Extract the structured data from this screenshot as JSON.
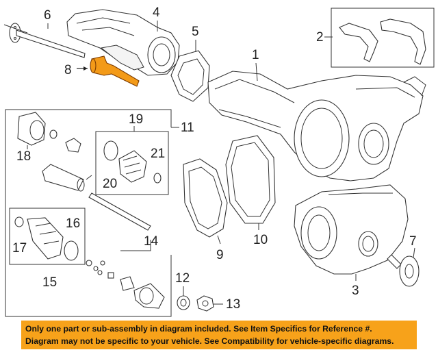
{
  "callouts": {
    "c1": "1",
    "c2": "2",
    "c3": "3",
    "c4": "4",
    "c5": "5",
    "c6": "6",
    "c7": "7",
    "c8": "8",
    "c9": "9",
    "c10": "10",
    "c11": "11",
    "c12": "12",
    "c13": "13",
    "c14": "14",
    "c15": "15",
    "c16": "16",
    "c17": "17",
    "c18": "18",
    "c19": "19",
    "c20": "20",
    "c21": "21"
  },
  "highlight_color": "#f39a18",
  "notice": {
    "line1": "Only one part or sub-assembly in diagram included. See Item Specifics for Reference #.",
    "line2": "Diagram may not be specific to your vehicle. See Compatibility for vehicle-specific diagrams.",
    "background": "#f7a21a"
  }
}
